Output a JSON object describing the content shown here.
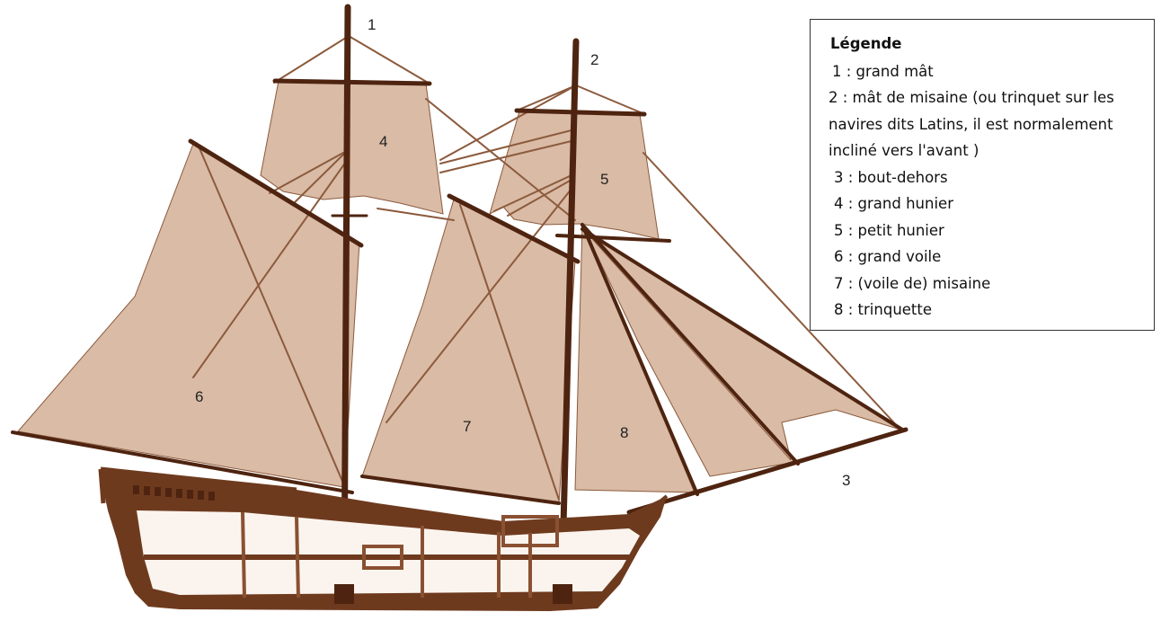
{
  "diagram": {
    "colors": {
      "sail": "#d9bba6",
      "hull": "#6e3a1e",
      "hull_dark": "#4e2410",
      "wood": "#8a5032",
      "rope": "#8c5a3c",
      "hull_fill": "#fbf4ee"
    },
    "labels": {
      "l1": "1",
      "l2": "2",
      "l3": "3",
      "l4": "4",
      "l5": "5",
      "l6": "6",
      "l7": "7",
      "l8": "8"
    }
  },
  "legend": {
    "title": "Légende",
    "items": [
      "1 : grand mât",
      "2 : mât de misaine (ou trinquet sur les navires dits Latins, il est normalement incliné vers l'avant )",
      "3 : bout-dehors",
      "4 : grand hunier",
      "5 : petit hunier",
      "6 : grand voile",
      "7 : (voile de) misaine",
      "8 : trinquette"
    ]
  }
}
